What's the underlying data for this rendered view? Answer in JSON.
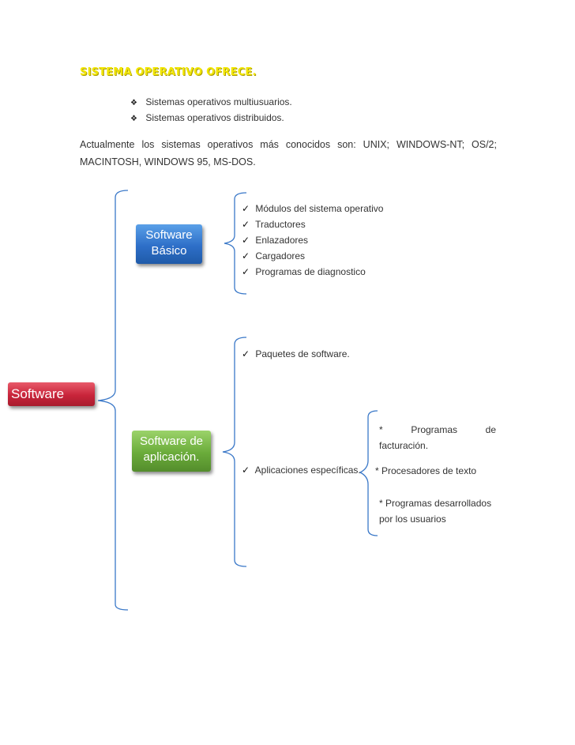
{
  "heading": "SISTEMA OPERATIVO OFRECE.",
  "intro_bullets": [
    "Sistemas operativos multiusuarios.",
    "Sistemas operativos distribuidos."
  ],
  "paragraph": "Actualmente los sistemas operativos más conocidos son: UNIX; WINDOWS-NT; OS/2; MACINTOSH, WINDOWS 95, MS-DOS.",
  "diagram": {
    "root": "Software",
    "basico": {
      "label": "Software Básico",
      "items": [
        "Módulos del sistema operativo",
        "Traductores",
        "Enlazadores",
        "Cargadores",
        "Programas de diagnostico"
      ]
    },
    "aplicacion": {
      "label": "Software de aplicación.",
      "items": [
        "Paquetes de software.",
        "Aplicaciones específicas."
      ],
      "especificas": [
        "*  Programas de facturación.",
        "* Procesadores de  texto",
        "* Programas desarrollados por los usuarios"
      ]
    }
  },
  "colors": {
    "heading": "#f2e600",
    "root_box": "#c8243a",
    "basico_box": "#2e6fc8",
    "aplicacion_box": "#6aab3a",
    "bracket": "#3a78c8"
  }
}
